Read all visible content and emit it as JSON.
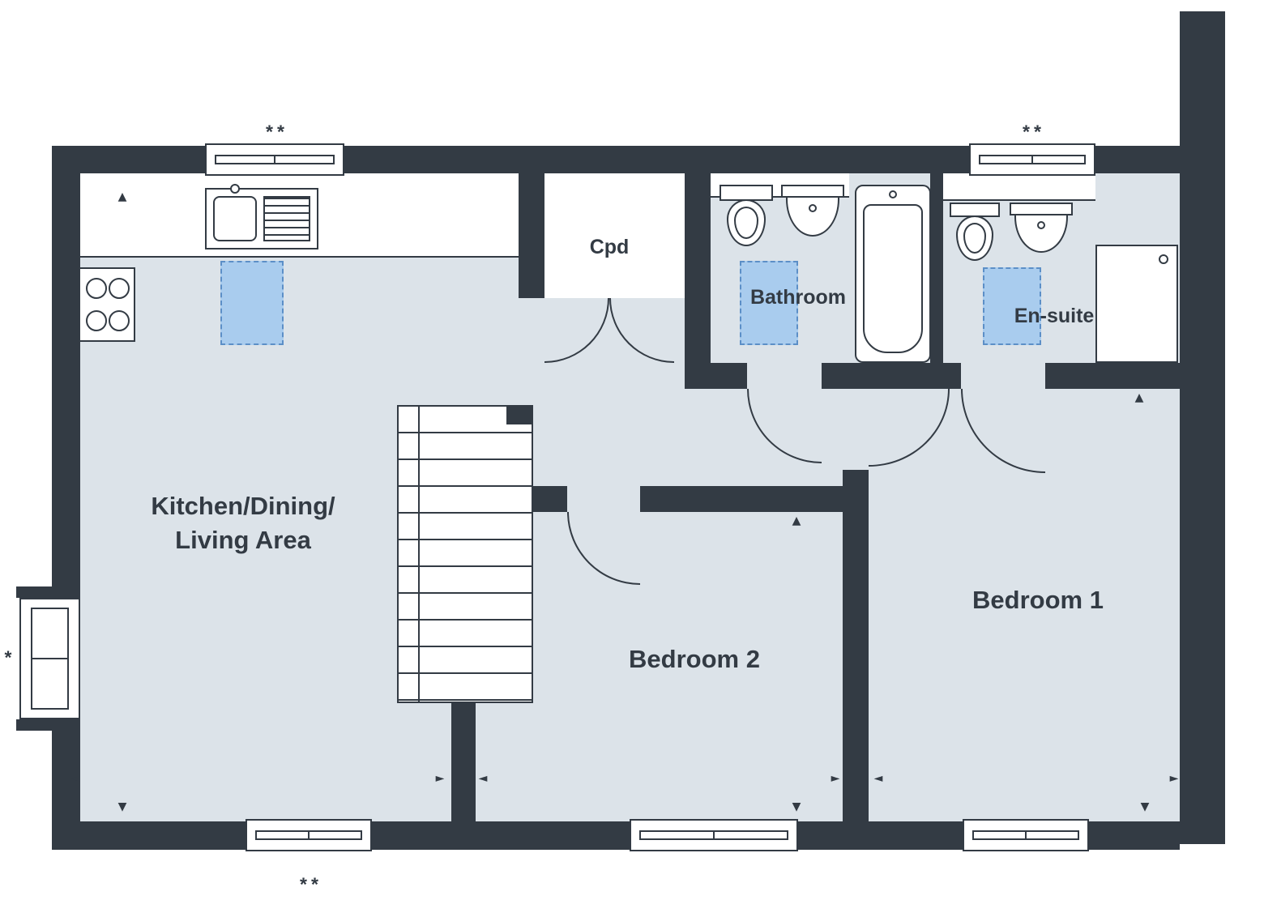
{
  "plan": {
    "rooms": {
      "kitchen": {
        "label_line1": "Kitchen/Dining/",
        "label_line2": "Living Area"
      },
      "cupboard": {
        "label": "Cpd"
      },
      "bathroom": {
        "label": "Bathroom"
      },
      "ensuite": {
        "label": "En-suite"
      },
      "bedroom1": {
        "label": "Bedroom 1"
      },
      "bedroom2": {
        "label": "Bedroom 2"
      }
    },
    "annotations": {
      "top_left_window": "**",
      "top_right_window": "**",
      "bottom_left_window": "**",
      "left_door": "*"
    }
  },
  "icons": {
    "arrow_up": "▲",
    "arrow_down": "▼",
    "arrow_left": "◄",
    "arrow_right": "►"
  },
  "colors": {
    "wall": "#333B44",
    "floor": "#DCE3E9",
    "highlight": "#A9CCEE",
    "highlight_border": "#5C8FC7",
    "ink": "#333B44"
  }
}
